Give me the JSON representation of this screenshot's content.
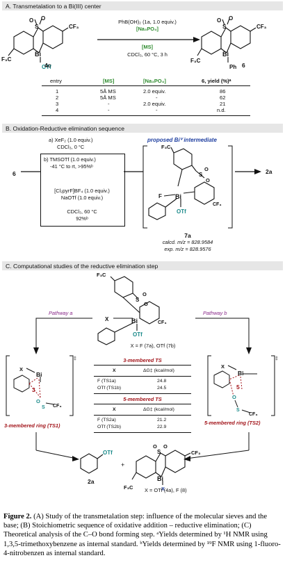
{
  "section_a": {
    "header": "A. Transmetalation to a Bi(III) center",
    "reagent_line1": "PhB(OH)₂ (1a, 1.0 equiv.)",
    "reagent_line2": "[Na₃PO₄]",
    "additive": "[MS]",
    "conditions": "CDCl₃, 60 °C, 3 h",
    "start_label": "4c",
    "product_label": "6",
    "table": {
      "headers": [
        "entry",
        "[MS]",
        "[Na₃PO₄]",
        "6, yield (%)ᵃ"
      ],
      "rows": [
        [
          "1",
          "5Å MS",
          "2.0 equiv.",
          "86"
        ],
        [
          "2",
          "5Å MS",
          "-",
          "62"
        ],
        [
          "3",
          "-",
          "2.0 equiv.",
          "21"
        ],
        [
          "4",
          "-",
          "-",
          "n.d."
        ]
      ]
    }
  },
  "section_b": {
    "header": "B. Oxidation-Reductive elimination sequence",
    "step_a_line1": "a) XeF₂ (1.0 equiv.)",
    "step_a_line2": "CDCl₃, 0 °C",
    "step_b_line1": "b) TMSOTf (1.0 equiv.)",
    "step_b_line2": "-41 °C to rt, >95%ᵇ",
    "step_b_line3": "[Cl₂pyrF]BF₄ (1.0 equiv.)",
    "step_b_line4": "NaOTf (1.0 equiv.)",
    "step_c_line1": "CDCl₃, 60 °C",
    "step_c_line2": "92%ᵇ",
    "start_label": "6",
    "end_label": "2a",
    "intermediate_title": "proposed Biⱽ intermediate",
    "intermediate_label": "7a",
    "calcd": "calcd. m/z = 828.9584",
    "exp": "exp. m/z = 828.9576"
  },
  "section_c": {
    "header": "C. Computational studies of the reductive elimination step",
    "pathway_a": "Pathway a",
    "pathway_b": "Pathway b",
    "x_def": "X = F (7a), OTf (7b)",
    "ring3": "3-membered ring (TS1)",
    "ring5": "5-membered ring (TS2)",
    "ts3_title": "3-membered TS",
    "ts5_title": "5-membered TS",
    "col_x": "X",
    "col_g": "ΔG‡ (kcal/mol)",
    "ts1_rows": [
      [
        "F (TS1a)",
        "24.8"
      ],
      [
        "OTf (TS1b)",
        "24.5"
      ]
    ],
    "ts2_rows": [
      [
        "F (TS2a)",
        "21.2"
      ],
      [
        "OTf (TS2b)",
        "22.9"
      ]
    ],
    "product_a": "2a",
    "product_x": "X = OTf (4a), F (8)"
  },
  "caption": {
    "label": "Figure 2.",
    "text": " (A) Study of the transmetalation step: influence of the molecular sieves and the base; (B) Stoichiometric sequence of oxidative addition – reductive elimination; (C) Theoretical analysis of the C–O bond forming step. ᵃYields determined by ¹H NMR using 1,3,5-trimethoxybenzene as internal standard. ᵇYields determined by ¹⁹F NMR using 1-fluoro-4-nitrobenzen as internal standard."
  }
}
